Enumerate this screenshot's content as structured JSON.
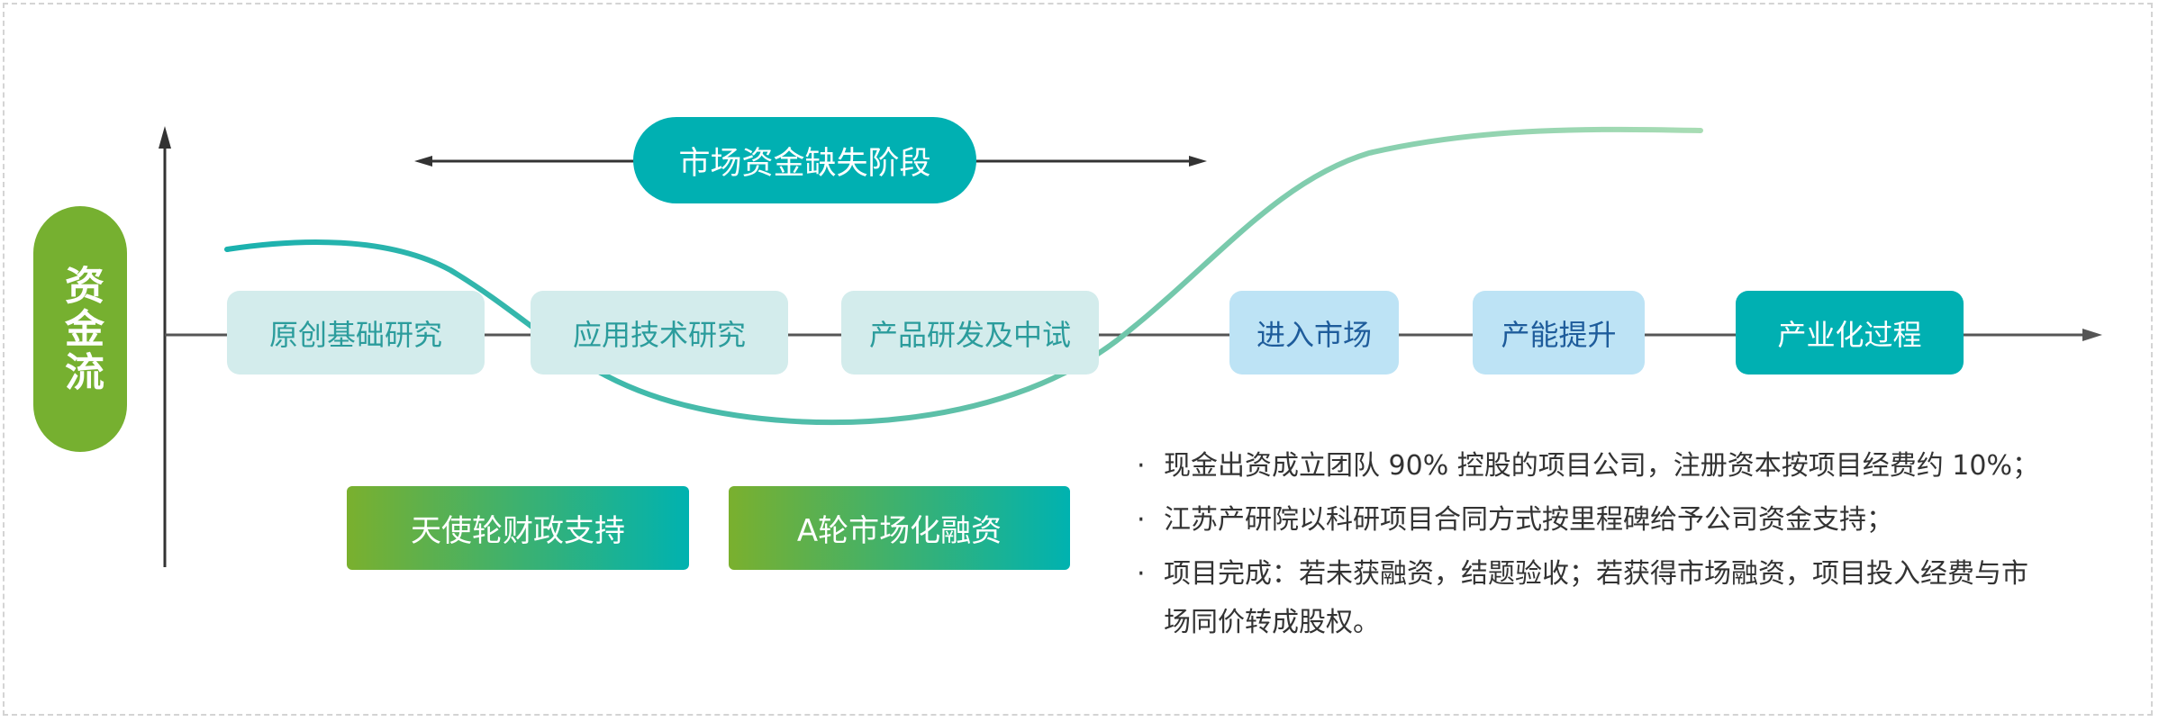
{
  "y_axis_label": "资金流",
  "gap_stage_label": "市场资金缺失阶段",
  "stages": [
    {
      "label": "原创基础研究",
      "style": "light"
    },
    {
      "label": "应用技术研究",
      "style": "light"
    },
    {
      "label": "产品研发及中试",
      "style": "light"
    },
    {
      "label": "进入市场",
      "style": "blue"
    },
    {
      "label": "产能提升",
      "style": "blue"
    },
    {
      "label": "产业化过程",
      "style": "teal"
    }
  ],
  "funding_rounds": [
    {
      "label": "天使轮财政支持"
    },
    {
      "label": "A轮市场化融资"
    }
  ],
  "notes": [
    "现金出资成立团队 90% 控股的项目公司，注册资本按项目经费约 10%；",
    "江苏产研院以科研项目合同方式按里程碑给予公司资金支持；",
    "项目完成：若未获融资，结题验收；若获得市场融资，项目投入经费与市",
    "场同价转成股权。"
  ],
  "bullet_symbol": "·",
  "colors": {
    "teal": "#00b0b2",
    "green": "#76b030",
    "light_box": "#d3ecec",
    "blue_box": "#bde3f5"
  }
}
